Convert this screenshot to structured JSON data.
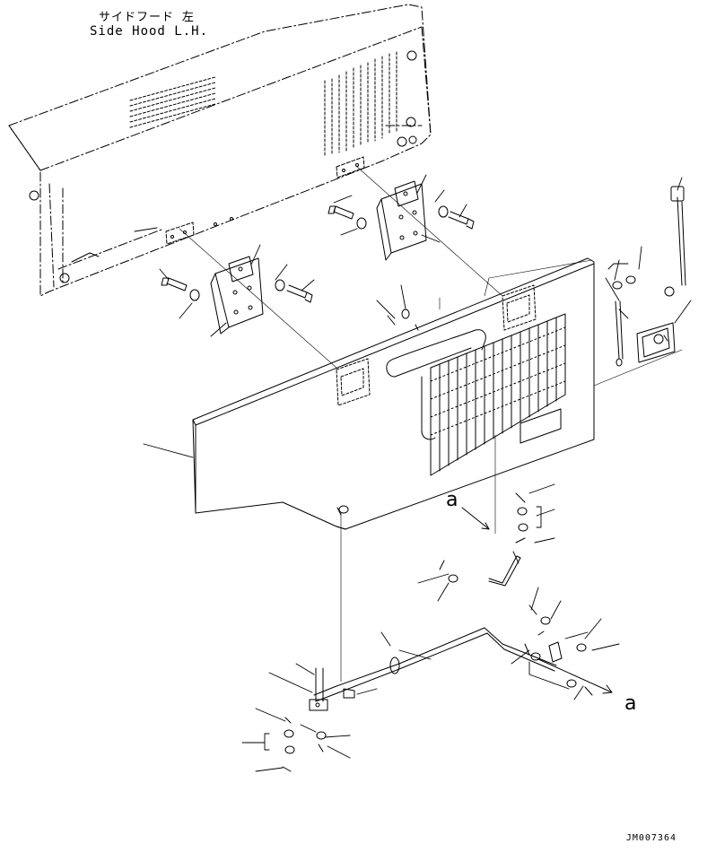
{
  "title": {
    "jp": "サイドフード 左",
    "en": "Side Hood L.H."
  },
  "reference_marks": [
    "a",
    "a"
  ],
  "drawing_code": "JM007364",
  "colors": {
    "line": "#000000",
    "background": "#ffffff"
  }
}
